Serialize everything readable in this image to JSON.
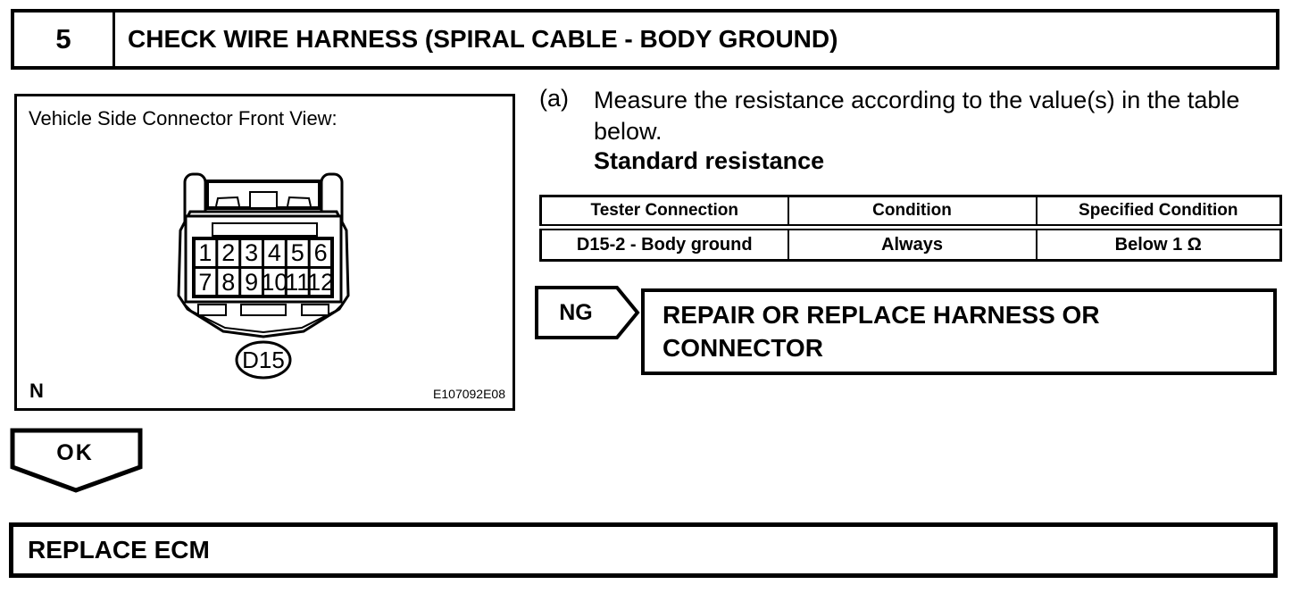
{
  "step_header": {
    "number": "5",
    "title": "CHECK WIRE HARNESS (SPIRAL CABLE - BODY GROUND)"
  },
  "figure": {
    "caption": "Vehicle Side Connector Front View:",
    "connector_label": "D15",
    "pin_numbers_row1": [
      "1",
      "2",
      "3",
      "4",
      "5",
      "6"
    ],
    "pin_numbers_row2": [
      "7",
      "8",
      "9",
      "10",
      "11",
      "12"
    ],
    "orientation_note": "N",
    "figure_code": "E107092E08"
  },
  "instruction": {
    "marker": "(a)",
    "text": "Measure the resistance according to the value(s) in the table below.",
    "subheading": "Standard resistance"
  },
  "resistance_table": {
    "columns": [
      "Tester Connection",
      "Condition",
      "Specified Condition"
    ],
    "row": [
      "D15-2 - Body ground",
      "Always",
      "Below 1 Ω"
    ]
  },
  "ng_branch": {
    "label": "NG",
    "action": "REPAIR OR REPLACE HARNESS OR CONNECTOR"
  },
  "ok_branch": {
    "label": "OK"
  },
  "final_action": {
    "text": "REPLACE ECM"
  }
}
